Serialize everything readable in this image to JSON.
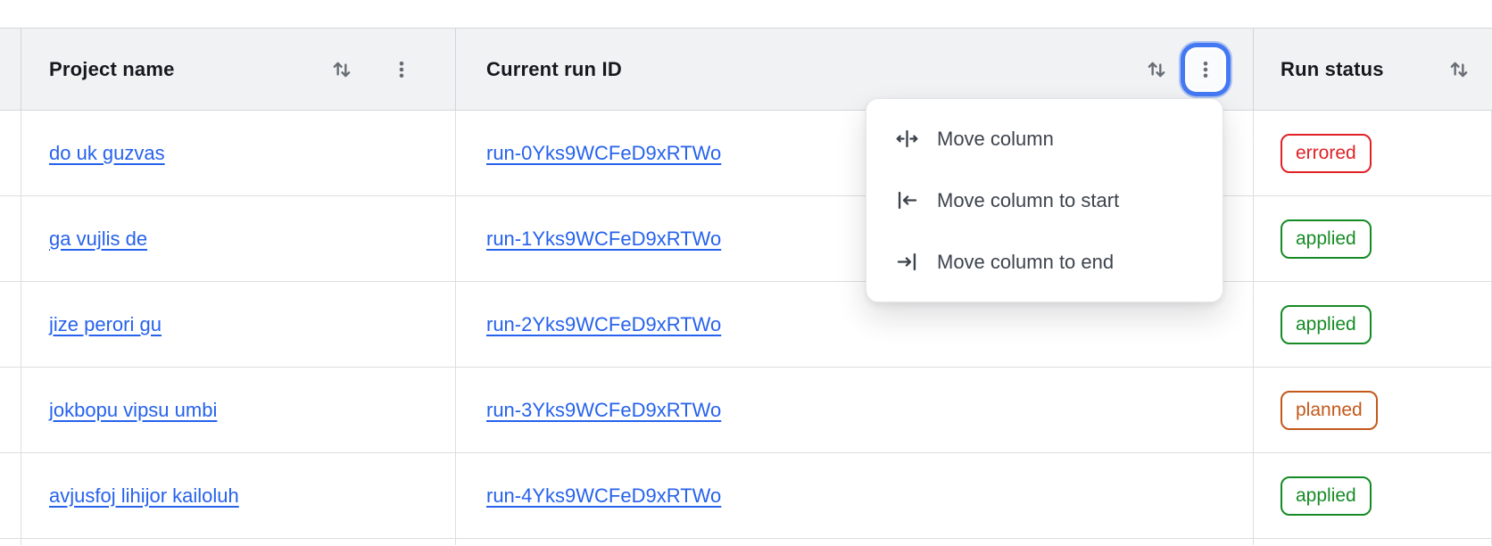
{
  "table": {
    "columns": [
      {
        "label": "Project name"
      },
      {
        "label": "Current run ID"
      },
      {
        "label": "Run status"
      }
    ],
    "rows": [
      {
        "project_name": "do uk guzvas",
        "run_id": "run-0Yks9WCFeD9xRTWo",
        "status": "errored"
      },
      {
        "project_name": "ga vujlis de",
        "run_id": "run-1Yks9WCFeD9xRTWo",
        "status": "applied"
      },
      {
        "project_name": "jize perori gu",
        "run_id": "run-2Yks9WCFeD9xRTWo",
        "status": "applied"
      },
      {
        "project_name": "jokbopu vipsu umbi",
        "run_id": "run-3Yks9WCFeD9xRTWo",
        "status": "planned"
      },
      {
        "project_name": "avjusfoj lihijor kailoluh",
        "run_id": "run-4Yks9WCFeD9xRTWo",
        "status": "applied"
      }
    ]
  },
  "column_menu": {
    "items": [
      {
        "icon": "move-column-icon",
        "label": "Move column"
      },
      {
        "icon": "move-column-to-start-icon",
        "label": "Move column to start"
      },
      {
        "icon": "move-column-to-end-icon",
        "label": "Move column to end"
      }
    ]
  },
  "colors": {
    "link": "#2662ec",
    "focus_ring": "#4579f3",
    "icon_gray": "#686d75",
    "status": {
      "errored": "#e02226",
      "applied": "#168b25",
      "planned": "#c4581b"
    }
  }
}
